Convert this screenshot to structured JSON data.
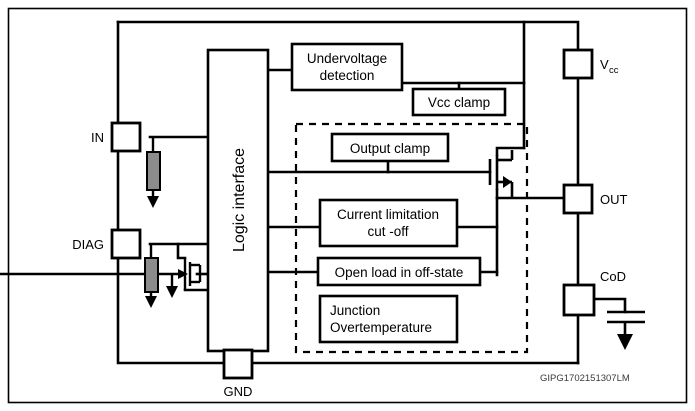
{
  "figure": {
    "type": "block-diagram",
    "subject": "High-side power switch internal block diagram",
    "frame_border_color": "#000000",
    "line_color": "#000000",
    "resistor_fill": "#8c8c8c",
    "id_code": "GIPG1702151307LM"
  },
  "blocks": [
    {
      "id": "logic_interface",
      "label": "Logic interface",
      "orientation": "vertical"
    },
    {
      "id": "undervoltage_detection",
      "label_line1": "Undervoltage",
      "label_line2": "detection"
    },
    {
      "id": "vcc_clamp",
      "label": "Vcc clamp"
    },
    {
      "id": "output_clamp",
      "label": "Output clamp"
    },
    {
      "id": "current_limitation",
      "label_line1": "Current limitation",
      "label_line2": "cut -off"
    },
    {
      "id": "open_load",
      "label": "Open load in off-state"
    },
    {
      "id": "junction_overtemperature",
      "label_line1": "Junction",
      "label_line2": "Overtemperature"
    }
  ],
  "pins": [
    {
      "id": "in",
      "label": "IN",
      "side": "left",
      "sublabel": ""
    },
    {
      "id": "diag",
      "label": "DIAG",
      "side": "left",
      "sublabel": ""
    },
    {
      "id": "gnd",
      "label": "GND",
      "side": "bottom",
      "sublabel": ""
    },
    {
      "id": "vcc",
      "label": "V",
      "sublabel": "cc",
      "side": "right"
    },
    {
      "id": "out",
      "label": "OUT",
      "side": "right",
      "sublabel": ""
    },
    {
      "id": "cod",
      "label": "CoD",
      "side": "right",
      "sublabel": ""
    }
  ],
  "components": {
    "power_mosfet": "n-channel power MOSFET",
    "diag_mosfet": "diagnostic open-drain MOSFET",
    "in_pulldown_resistor": "input pull-down resistor",
    "diag_pulldown_resistor": "diagnostic pull-down resistor",
    "cod_capacitor": "external capacitor on CoD pin"
  },
  "dashed_region": "protection functions group"
}
